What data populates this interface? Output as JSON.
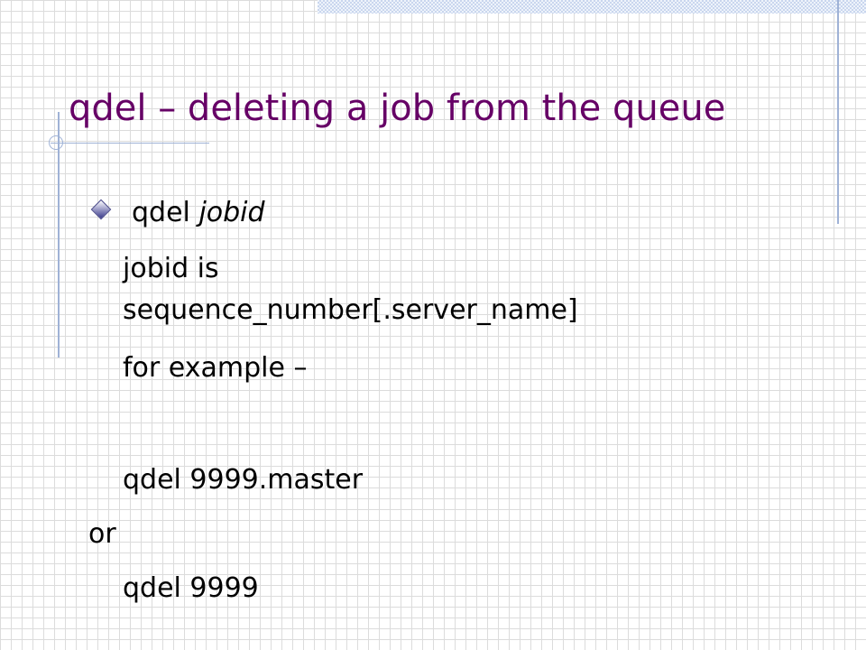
{
  "slide": {
    "title": "qdel – deleting a job from the queue",
    "bullet": {
      "command": "qdel",
      "argument": "jobid"
    },
    "lines": {
      "jobid_is": "jobid is",
      "format": "sequence_number[.server_name]",
      "for_example": "for example –",
      "example_1": "qdel 9999.master",
      "or": "or",
      "example_2": "qdel 9999"
    },
    "colors": {
      "title": "#660066",
      "body": "#000000",
      "accent_lines": "#9fb2d6"
    }
  }
}
